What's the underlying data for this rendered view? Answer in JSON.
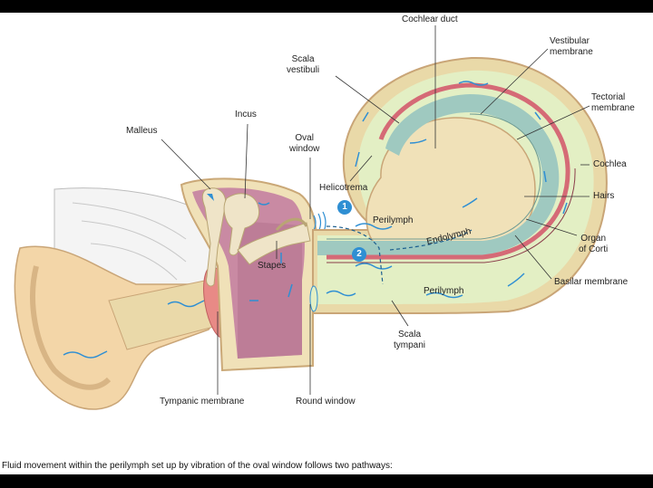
{
  "labels": {
    "cochlear_duct": "Cochlear duct",
    "scala_vestibuli": "Scala\nvestibuli",
    "vestibular_membrane": "Vestibular\nmembrane",
    "tectorial_membrane": "Tectorial\nmembrane",
    "cochlea": "Cochlea",
    "hairs": "Hairs",
    "organ_of_corti": "Organ\nof Corti",
    "basilar_membrane": "Basilar membrane",
    "malleus": "Malleus",
    "incus": "Incus",
    "oval_window": "Oval\nwindow",
    "helicotrema": "Helicotrema",
    "perilymph_upper": "Perilymph",
    "endolymph": "Endolymph",
    "perilymph_lower": "Perilymph",
    "stapes": "Stapes",
    "scala_tympani": "Scala\ntympani",
    "tympanic_membrane": "Tympanic membrane",
    "round_window": "Round window"
  },
  "markers": {
    "one": "1",
    "two": "2"
  },
  "caption": "Fluid movement within the perilymph set up by vibration of the oval window follows two pathways:",
  "colors": {
    "cochlea_outer": "#e9d9a8",
    "scala": "#e3efc4",
    "duct": "#9fc9c0",
    "membrane_red": "#d56a76",
    "middle_ear": "#c98aa3",
    "flow_arrow": "#2f8fd3"
  }
}
